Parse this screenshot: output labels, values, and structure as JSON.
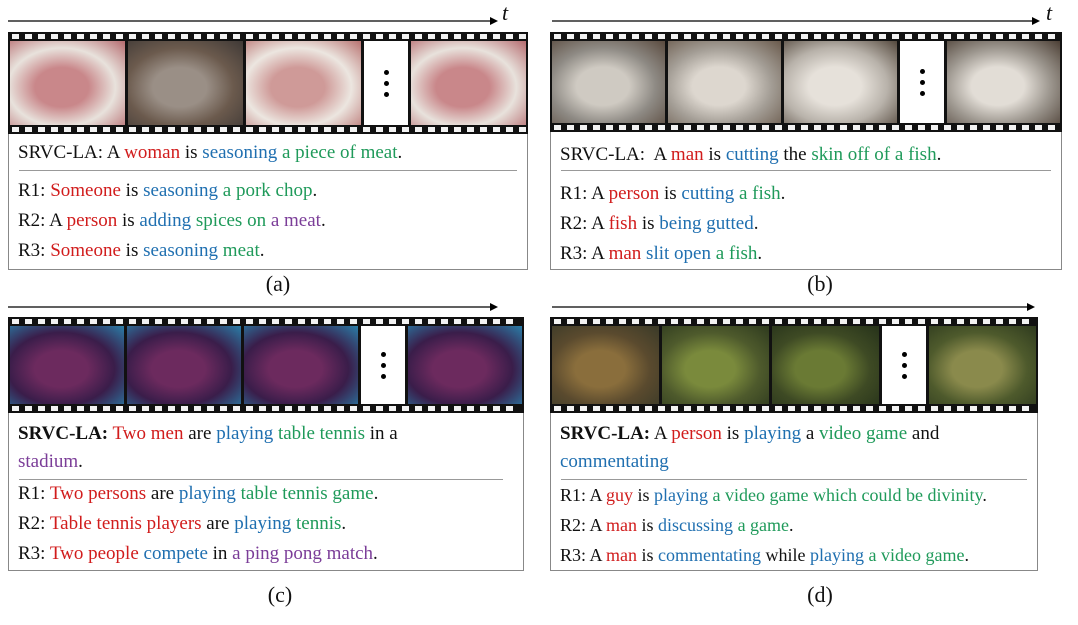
{
  "time_symbol": "t",
  "panels": [
    {
      "id": "a",
      "label": "(a)",
      "srvc": [
        {
          "t": "SRVC-LA: A ",
          "c": "black"
        },
        {
          "t": "woman",
          "c": "red"
        },
        {
          "t": " is ",
          "c": "black"
        },
        {
          "t": "seasoning",
          "c": "blue"
        },
        {
          "t": " a piece of meat",
          "c": "green"
        },
        {
          "t": ".",
          "c": "black"
        }
      ],
      "refs": [
        [
          {
            "t": "R1: ",
            "c": "black"
          },
          {
            "t": "Someone",
            "c": "red"
          },
          {
            "t": " is ",
            "c": "black"
          },
          {
            "t": "seasoning",
            "c": "blue"
          },
          {
            "t": " a pork chop",
            "c": "green"
          },
          {
            "t": ".",
            "c": "black"
          }
        ],
        [
          {
            "t": "R2: A ",
            "c": "black"
          },
          {
            "t": "person",
            "c": "red"
          },
          {
            "t": " is ",
            "c": "black"
          },
          {
            "t": "adding",
            "c": "blue"
          },
          {
            "t": " spices on",
            "c": "green"
          },
          {
            "t": " a meat",
            "c": "purple"
          },
          {
            "t": ".",
            "c": "black"
          }
        ],
        [
          {
            "t": "R3: ",
            "c": "black"
          },
          {
            "t": "Someone",
            "c": "red"
          },
          {
            "t": " is ",
            "c": "black"
          },
          {
            "t": "seasoning",
            "c": "blue"
          },
          {
            "t": " meat",
            "c": "green"
          },
          {
            "t": ".",
            "c": "black"
          }
        ]
      ],
      "frame_colors": [
        [
          "#e8e2dc",
          "#c9878a",
          "#b56a6e"
        ],
        [
          "#6b5a4d",
          "#9a8f86",
          "#3f3936"
        ],
        [
          "#ece6e0",
          "#cf9a98",
          "#b87270"
        ],
        [
          "#e8e2dc",
          "#c9878a",
          "#b56a6e"
        ]
      ]
    },
    {
      "id": "b",
      "label": "(b)",
      "srvc": [
        {
          "t": "SRVC-LA:  A ",
          "c": "black"
        },
        {
          "t": "man",
          "c": "red"
        },
        {
          "t": " is ",
          "c": "black"
        },
        {
          "t": "cutting",
          "c": "blue"
        },
        {
          "t": " the ",
          "c": "black"
        },
        {
          "t": "skin off of a fish",
          "c": "green"
        },
        {
          "t": ".",
          "c": "black"
        }
      ],
      "refs": [
        [
          {
            "t": "R1: A ",
            "c": "black"
          },
          {
            "t": "person",
            "c": "red"
          },
          {
            "t": " is ",
            "c": "black"
          },
          {
            "t": "cutting",
            "c": "blue"
          },
          {
            "t": " a fish",
            "c": "green"
          },
          {
            "t": ".",
            "c": "black"
          }
        ],
        [
          {
            "t": "R2: A ",
            "c": "black"
          },
          {
            "t": "fish",
            "c": "red"
          },
          {
            "t": " is ",
            "c": "black"
          },
          {
            "t": "being gutted",
            "c": "blue"
          },
          {
            "t": ".",
            "c": "black"
          }
        ],
        [
          {
            "t": "R3: A ",
            "c": "black"
          },
          {
            "t": "man",
            "c": "red"
          },
          {
            "t": " slit open",
            "c": "blue"
          },
          {
            "t": " a fish",
            "c": "green"
          },
          {
            "t": ".",
            "c": "black"
          }
        ]
      ],
      "frame_colors": [
        [
          "#8e8a84",
          "#cfcac2",
          "#5a4a3e"
        ],
        [
          "#a39d95",
          "#ddd7cf",
          "#6a5a4c"
        ],
        [
          "#b8b2aa",
          "#e6e1da",
          "#54483d"
        ],
        [
          "#9c968e",
          "#e2ddd6",
          "#4c3f35"
        ]
      ]
    },
    {
      "id": "c",
      "label": "(c)",
      "srvc": [
        {
          "t": "SRVC-LA:",
          "c": "black",
          "b": true
        },
        {
          "t": " Two men",
          "c": "red"
        },
        {
          "t": " are ",
          "c": "black"
        },
        {
          "t": "playing",
          "c": "blue"
        },
        {
          "t": " table tennis",
          "c": "green"
        },
        {
          "t": " in a",
          "c": "black"
        }
      ],
      "srvc2": [
        {
          "t": "stadium",
          "c": "purple"
        },
        {
          "t": ".",
          "c": "black"
        }
      ],
      "refs": [
        [
          {
            "t": "R1: ",
            "c": "black"
          },
          {
            "t": "Two persons",
            "c": "red"
          },
          {
            "t": " are ",
            "c": "black"
          },
          {
            "t": "playing",
            "c": "blue"
          },
          {
            "t": " table tennis game",
            "c": "green"
          },
          {
            "t": ".",
            "c": "black"
          }
        ],
        [
          {
            "t": "R2: ",
            "c": "black"
          },
          {
            "t": "Table tennis players",
            "c": "red"
          },
          {
            "t": " are ",
            "c": "black"
          },
          {
            "t": "playing",
            "c": "blue"
          },
          {
            "t": " tennis",
            "c": "green"
          },
          {
            "t": ".",
            "c": "black"
          }
        ],
        [
          {
            "t": "R3: ",
            "c": "black"
          },
          {
            "t": "Two people",
            "c": "red"
          },
          {
            "t": " compete",
            "c": "blue"
          },
          {
            "t": " in ",
            "c": "black"
          },
          {
            "t": "a ping pong match",
            "c": "purple"
          },
          {
            "t": ".",
            "c": "black"
          }
        ]
      ],
      "frame_colors": [
        [
          "#3a1d4a",
          "#6c2a5e",
          "#2a7ea8"
        ],
        [
          "#3a1d4a",
          "#6c2a5e",
          "#2a7ea8"
        ],
        [
          "#3a1d4a",
          "#6c2a5e",
          "#2a7ea8"
        ],
        [
          "#3a1d4a",
          "#6c2a5e",
          "#2a7ea8"
        ]
      ]
    },
    {
      "id": "d",
      "label": "(d)",
      "srvc": [
        {
          "t": "SRVC-LA:",
          "c": "black",
          "b": true
        },
        {
          "t": " A ",
          "c": "black"
        },
        {
          "t": "person",
          "c": "red"
        },
        {
          "t": " is ",
          "c": "black"
        },
        {
          "t": "playing",
          "c": "blue"
        },
        {
          "t": " a ",
          "c": "black"
        },
        {
          "t": "video game",
          "c": "green"
        },
        {
          "t": " and",
          "c": "black"
        }
      ],
      "srvc2": [
        {
          "t": "commentating",
          "c": "blue"
        }
      ],
      "refs": [
        [
          {
            "t": "R1: A ",
            "c": "black"
          },
          {
            "t": "guy",
            "c": "red"
          },
          {
            "t": " is ",
            "c": "black"
          },
          {
            "t": "playing",
            "c": "blue"
          },
          {
            "t": " a video game which could be divinity",
            "c": "green"
          },
          {
            "t": ".",
            "c": "black"
          }
        ],
        [
          {
            "t": "R2: A ",
            "c": "black"
          },
          {
            "t": "man",
            "c": "red"
          },
          {
            "t": " is ",
            "c": "black"
          },
          {
            "t": "discussing",
            "c": "blue"
          },
          {
            "t": " a game",
            "c": "green"
          },
          {
            "t": ".",
            "c": "black"
          }
        ],
        [
          {
            "t": "R3: A ",
            "c": "black"
          },
          {
            "t": "man",
            "c": "red"
          },
          {
            "t": " is ",
            "c": "black"
          },
          {
            "t": "commentating",
            "c": "blue"
          },
          {
            "t": " while ",
            "c": "black"
          },
          {
            "t": "playing",
            "c": "blue"
          },
          {
            "t": " a video game",
            "c": "green"
          },
          {
            "t": ".",
            "c": "black"
          }
        ]
      ],
      "frame_colors": [
        [
          "#5a4a2e",
          "#8a6e3c",
          "#3a3a28"
        ],
        [
          "#4e5a2c",
          "#7a8a3c",
          "#2e3a1e"
        ],
        [
          "#3e4a24",
          "#6a7a34",
          "#26321a"
        ],
        [
          "#4e5a2c",
          "#8a8a4c",
          "#2e3a1e"
        ]
      ]
    }
  ]
}
